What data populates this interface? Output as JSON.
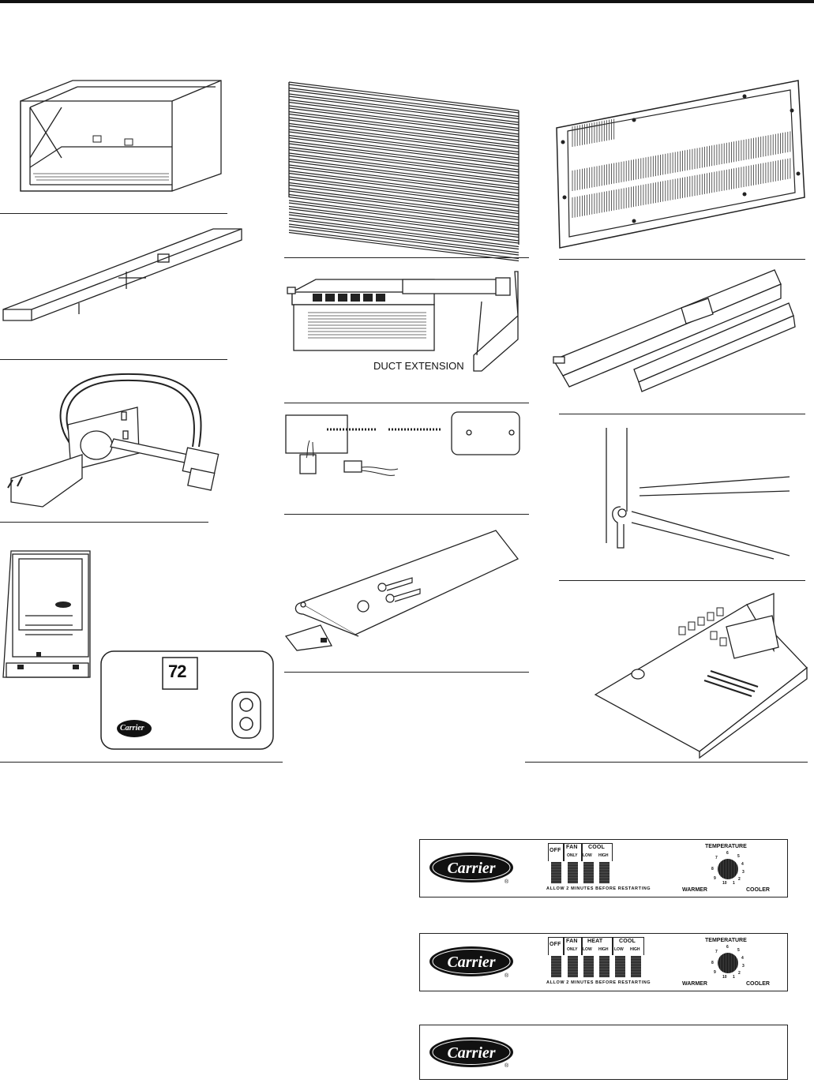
{
  "illustrations": {
    "duct_extension_label": "DUCT EXTENSION",
    "thermostat_display": "72",
    "thermostat_brand": "Carrier"
  },
  "panels": [
    {
      "brand": "Carrier",
      "reg": "®",
      "groups": [
        {
          "label": "OFF",
          "subs": []
        },
        {
          "label": "FAN",
          "subs": [
            "ONLY"
          ]
        },
        {
          "label": "COOL",
          "subs": [
            "LOW",
            "HIGH"
          ]
        }
      ],
      "note": "ALLOW 2 MINUTES BEFORE RESTARTING",
      "temperature": "TEMPERATURE",
      "warmer": "WARMER",
      "cooler": "COOLER",
      "dial_ticks": [
        "1",
        "2",
        "3",
        "4",
        "5",
        "6",
        "7",
        "8",
        "9",
        "10"
      ]
    },
    {
      "brand": "Carrier",
      "reg": "®",
      "groups": [
        {
          "label": "OFF",
          "subs": []
        },
        {
          "label": "FAN",
          "subs": [
            "ONLY"
          ]
        },
        {
          "label": "HEAT",
          "subs": [
            "LOW",
            "HIGH"
          ]
        },
        {
          "label": "COOL",
          "subs": [
            "LOW",
            "HIGH"
          ]
        }
      ],
      "note": "ALLOW 2 MINUTES BEFORE RESTARTING",
      "temperature": "TEMPERATURE",
      "warmer": "WARMER",
      "cooler": "COOLER",
      "dial_ticks": [
        "1",
        "2",
        "3",
        "4",
        "5",
        "6",
        "7",
        "8",
        "9",
        "10"
      ]
    },
    {
      "brand": "Carrier",
      "reg": "®"
    }
  ]
}
